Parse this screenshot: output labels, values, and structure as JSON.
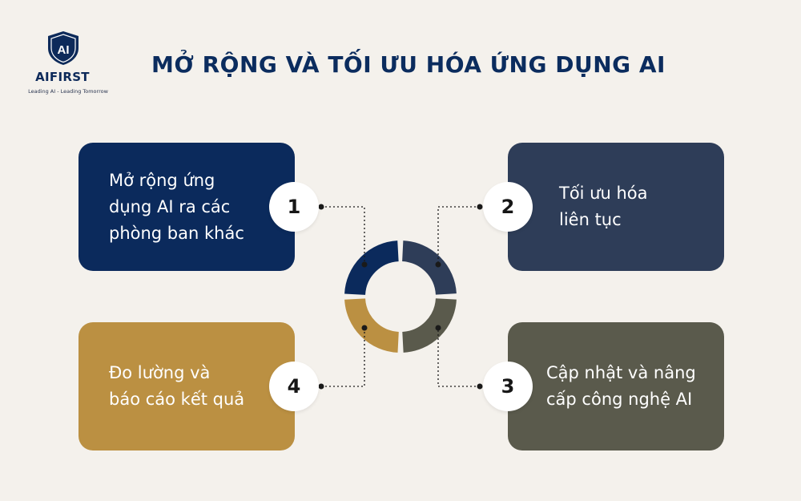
{
  "logo": {
    "mark_text": "AI",
    "brand": "AIFIRST",
    "tagline": "Leading AI - Leading Tomorrow"
  },
  "title": "MỞ RỘNG VÀ TỐI ƯU HÓA ỨNG DỤNG AI",
  "steps": [
    {
      "number": "1",
      "lines": [
        "Mở rộng ứng",
        "dụng AI ra các",
        "phòng ban khác"
      ],
      "color": "#0b2a5c"
    },
    {
      "number": "2",
      "lines": [
        "Tối ưu hóa",
        "liên tục"
      ],
      "color": "#2e3d58"
    },
    {
      "number": "3",
      "lines": [
        "Cập nhật và nâng",
        "cấp công nghệ AI"
      ],
      "color": "#5a5a4c"
    },
    {
      "number": "4",
      "lines": [
        "Đo lường và",
        "báo cáo kết quả"
      ],
      "color": "#bb9042"
    }
  ],
  "colors": {
    "background": "#f4f1ec",
    "title": "#0b2c5e"
  },
  "icons": [
    "shield-logo-icon",
    "cycle-ring-icon"
  ]
}
